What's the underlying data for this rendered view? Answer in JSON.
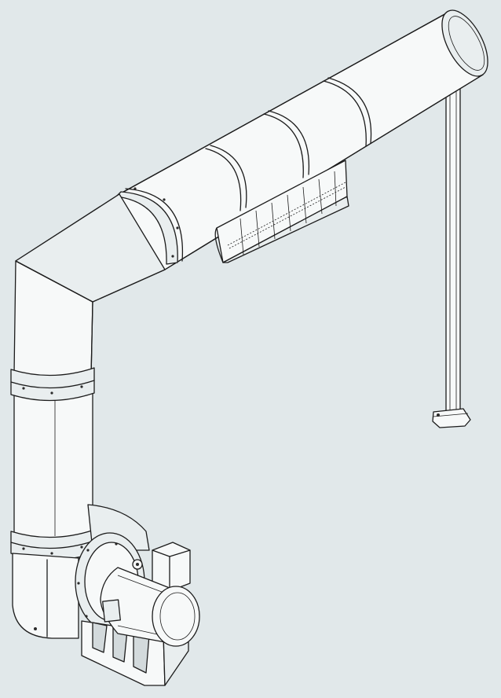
{
  "drawing": {
    "subject": "",
    "background_color": "#e1e8ea",
    "line_color": "#1c1c1c",
    "fill_color": "#f7f9f9"
  },
  "components": [
    {
      "id": "horizontal-duct"
    },
    {
      "id": "duct-elbow"
    },
    {
      "id": "vertical-duct"
    },
    {
      "id": "capture-hood"
    },
    {
      "id": "support-column"
    },
    {
      "id": "centrifugal-fan"
    },
    {
      "id": "fan-motor"
    }
  ]
}
